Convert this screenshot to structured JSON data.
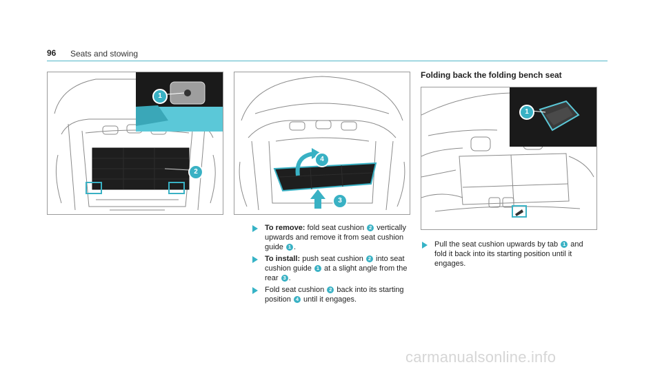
{
  "header": {
    "page_number": "96",
    "section_title": "Seats and stowing"
  },
  "figures": {
    "left": {
      "callouts": [
        "1",
        "2"
      ]
    },
    "middle": {
      "callouts": [
        "4",
        "3"
      ]
    },
    "right": {
      "callouts": [
        "1"
      ]
    }
  },
  "instructions_middle": [
    {
      "bold": "To remove:",
      "parts": [
        " fold seat cushion ",
        "2",
        " vertically upwards and remove it from seat cushion guide ",
        "1",
        "."
      ]
    },
    {
      "bold": "To install:",
      "parts": [
        " push seat cushion ",
        "2",
        " into seat cushion guide ",
        "1",
        " at a slight angle from the rear ",
        "3",
        "."
      ]
    },
    {
      "bold": "",
      "parts": [
        "Fold seat cushion ",
        "2",
        " back into its starting position ",
        "4",
        " until it engages."
      ]
    }
  ],
  "right_column": {
    "title": "Folding back the folding bench seat",
    "instruction": {
      "parts": [
        "Pull the seat cushion upwards by tab ",
        "1",
        " and fold it back into its starting position until it engages."
      ]
    }
  },
  "watermark": "carmanualsonline.info",
  "colors": {
    "accent": "#36b3c6",
    "callout": "#39b1c4",
    "highlight": "#5bc8d8"
  }
}
